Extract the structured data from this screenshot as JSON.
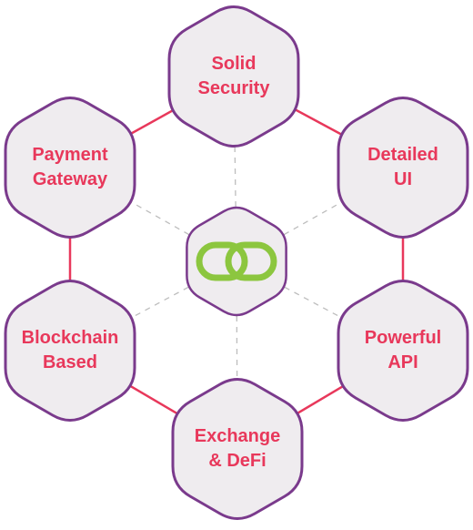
{
  "features": [
    {
      "id": "solid-security",
      "label": "Solid\nSecurity"
    },
    {
      "id": "detailed-ui",
      "label": "Detailed\nUI"
    },
    {
      "id": "powerful-api",
      "label": "Powerful\nAPI"
    },
    {
      "id": "exchange-defi",
      "label": "Exchange\n& DeFi"
    },
    {
      "id": "blockchain-based",
      "label": "Blockchain\nBased"
    },
    {
      "id": "payment-gateway",
      "label": "Payment\nGateway"
    }
  ],
  "center": {
    "icon": "link-icon"
  },
  "colors": {
    "hex_fill": "#efecef",
    "hex_stroke": "#7a3a8c",
    "label_text": "#e8385b",
    "ring_line": "#e8385b",
    "spoke_line": "#bdbdbd",
    "link_icon": "#8cc63f"
  }
}
